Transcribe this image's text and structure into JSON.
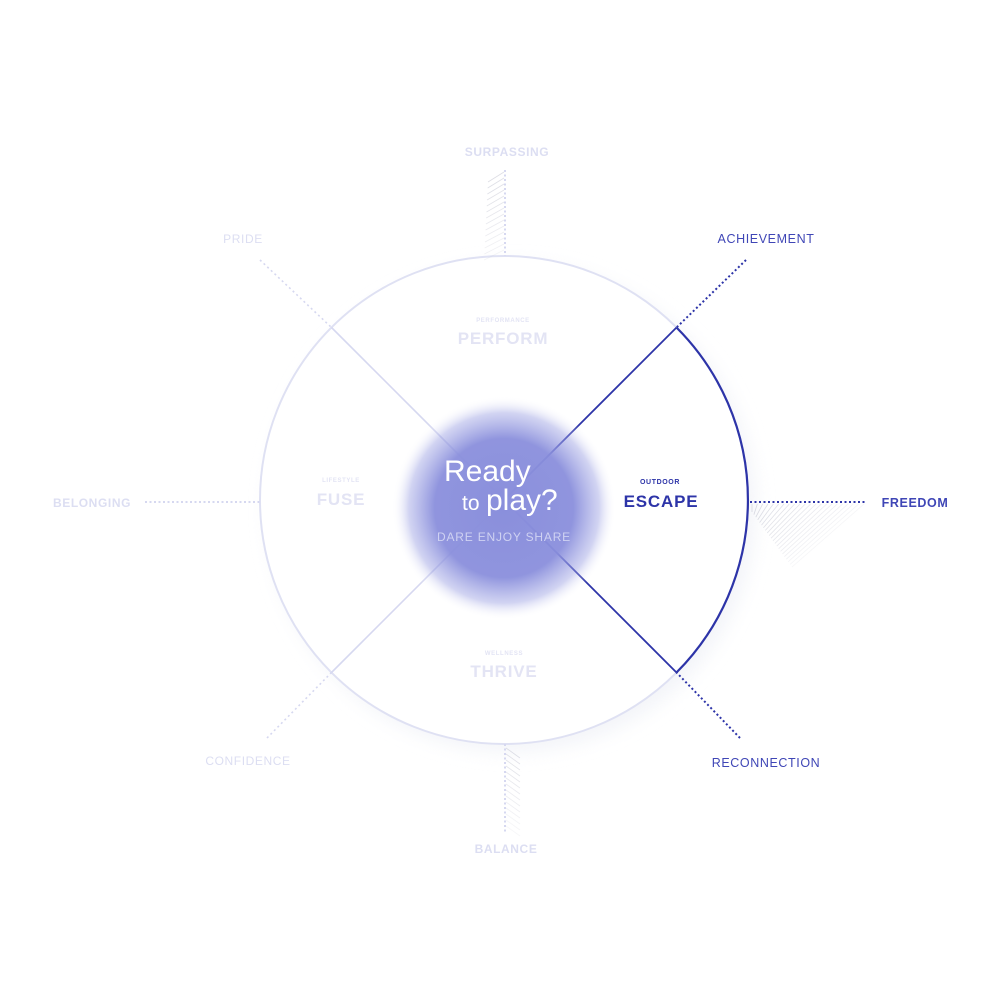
{
  "center": {
    "line1": "Ready",
    "line2_a": "to",
    "line2_b": "play?",
    "tagline": "DARE ENJOY SHARE"
  },
  "segments": {
    "top": {
      "kicker": "PERFORMANCE",
      "title": "PERFORM",
      "active": false
    },
    "left": {
      "kicker": "LIFESTYLE",
      "title": "FUSE",
      "active": false
    },
    "right": {
      "kicker": "OUTDOOR",
      "title": "ESCAPE",
      "active": true
    },
    "bottom": {
      "kicker": "WELLNESS",
      "title": "THRIVE",
      "active": false
    }
  },
  "values": {
    "surpassing": "SURPASSING",
    "pride": "PRIDE",
    "achievement": "ACHIEVEMENT",
    "belonging": "BELONGING",
    "freedom": "FREEDOM",
    "confidence": "CONFIDENCE",
    "reconnection": "RECONNECTION",
    "balance": "BALANCE"
  },
  "colors": {
    "active": "#2d34a8",
    "active_soft": "#3f46b6",
    "inactive": "#d6d8f0",
    "inactive_text": "#dcdef2",
    "blob": "#8a8fdc"
  }
}
